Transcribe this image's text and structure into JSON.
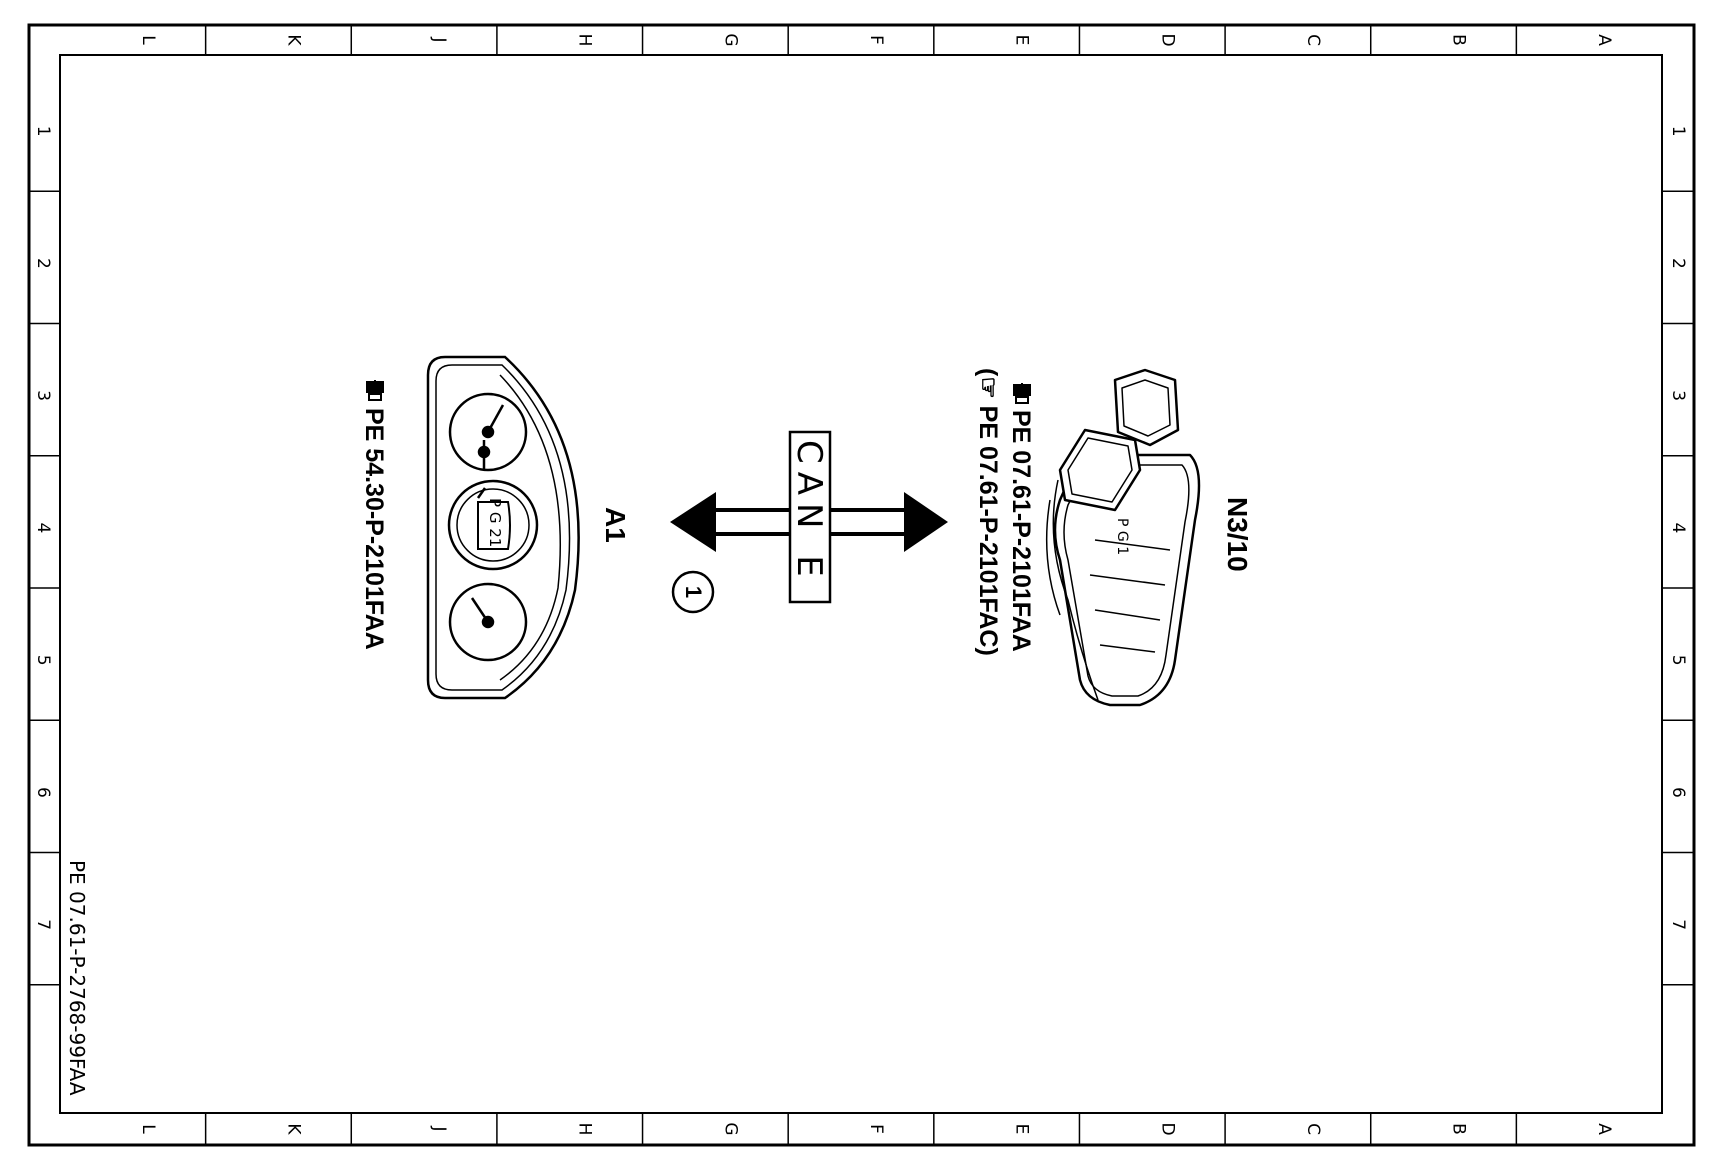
{
  "frame": {
    "columns": [
      "L",
      "K",
      "J",
      "H",
      "G",
      "F",
      "E",
      "D",
      "C",
      "B",
      "A"
    ],
    "rows": [
      "1",
      "2",
      "3",
      "4",
      "5",
      "6",
      "7"
    ],
    "drawing_number": "PE 07.61-P-2768-99FAA"
  },
  "components": {
    "instrument_cluster": {
      "id": "A1",
      "reference": "PE 54.30-P-2101FAA",
      "inner_label": "P G 21",
      "icon": "instrument-cluster-icon"
    },
    "control_unit": {
      "id": "N3/10",
      "references": [
        "PE 07.61-P-2101FAA",
        "(☞ PE 07.61-P-2101FAC)"
      ],
      "inner_label": "P G 1",
      "icon": "control-unit-icon"
    }
  },
  "bus": {
    "name": "CAN E",
    "marker": "1",
    "icon": "double-arrow-icon"
  },
  "reference_icon": "pointing-hand-icon",
  "colors": {
    "ink": "#000000",
    "paper": "#ffffff"
  }
}
